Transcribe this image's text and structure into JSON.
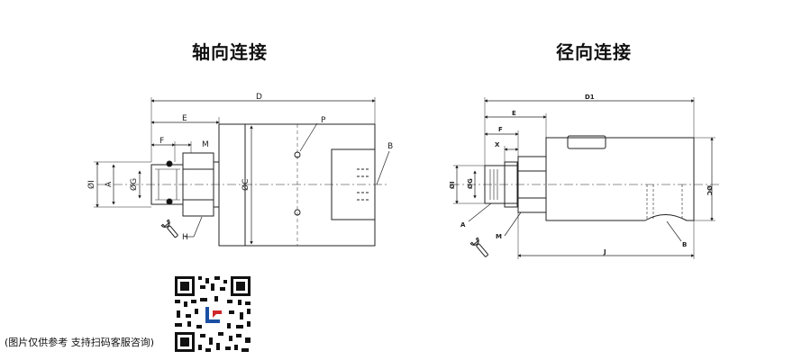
{
  "titles": {
    "left": "轴向连接",
    "right": "径向连接"
  },
  "caption": "(图片仅供参考 支持扫码客服咨询)",
  "left_labels": {
    "D": "D",
    "E": "E",
    "F": "F",
    "M": "M",
    "P": "P",
    "B": "B",
    "I": "ØI",
    "A": "A",
    "G": "ØG",
    "C": "ØC",
    "H": "H"
  },
  "right_labels": {
    "D1": "D1",
    "E": "E",
    "F": "F",
    "X": "X",
    "I": "ØI",
    "G": "ØG",
    "C": "ØC",
    "A": "A",
    "M": "M",
    "J": "J",
    "B": "B"
  },
  "colors": {
    "line": "#222222",
    "qr_logo_blue": "#1b4fa3",
    "qr_logo_red": "#d0262b"
  }
}
